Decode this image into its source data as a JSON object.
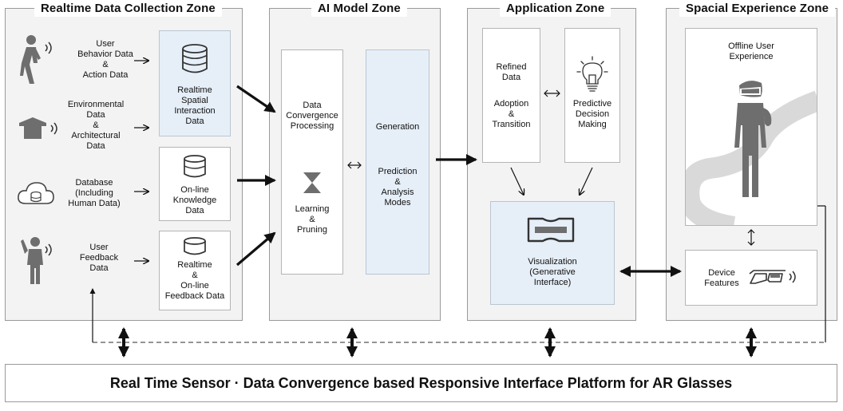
{
  "zones": {
    "collection": "Realtime Data Collection Zone",
    "ai": "AI Model Zone",
    "application": "Application Zone",
    "spatial": "Spacial Experience Zone"
  },
  "collection": {
    "user_behavior": "User\nBehavior Data\n&\nAction Data",
    "environmental": "Environmental\nData\n&\nArchitectural\nData",
    "database": "Database\n(Including\nHuman Data)",
    "user_feedback": "User\nFeedback\nData",
    "realtime_spatial": "Realtime\nSpatial\nInteraction\nData",
    "online_knowledge": "On-line\nKnowledge\nData",
    "realtime_online_feedback": "Realtime\n&\nOn-line\nFeedback Data"
  },
  "ai": {
    "data_convergence": "Data\nConvergence\nProcessing",
    "learning_pruning": "Learning\n&\nPruning",
    "generation": "Generation",
    "prediction": "Prediction\n&\nAnalysis\nModes"
  },
  "application": {
    "refined_data": "Refined\nData",
    "adoption_transition": "Adoption\n&\nTransition",
    "predictive_decision": "Predictive\nDecision\nMaking",
    "visualization": "Visualization\n(Generative\nInterface)"
  },
  "spatial": {
    "offline_user": "Offline User\nExperience",
    "device_features": "Device\nFeatures"
  },
  "platform_title": "Real Time Sensor · Data Convergence based Responsive Interface Platform for AR Glasses",
  "colors": {
    "zone_bg": "#f3f3f3",
    "zone_border": "#9a9a9a",
    "highlight_box": "#e6eff8",
    "icon_gray": "#6e6e6e",
    "road_gray": "#d9d9d9"
  },
  "icons": [
    "walking-person-icon",
    "house-icon",
    "cloud-database-icon",
    "waving-person-icon",
    "database-icon",
    "hourglass-icon",
    "lightbulb-icon",
    "vr-headset-icon",
    "person-with-headset-icon",
    "ar-glasses-icon",
    "signal-waves-icon"
  ]
}
